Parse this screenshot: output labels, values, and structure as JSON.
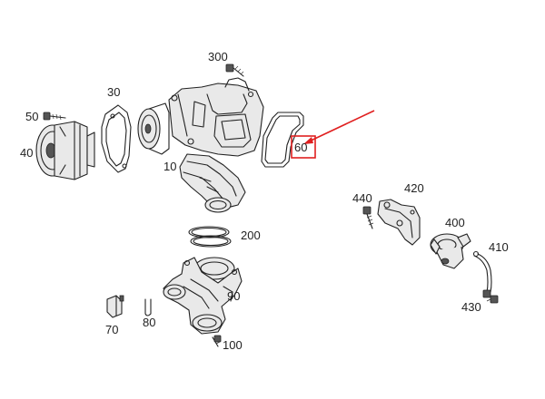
{
  "diagram": {
    "labels": {
      "p300": "300",
      "p30": "30",
      "p50": "50",
      "p40": "40",
      "p10": "10",
      "p60": "60",
      "p200": "200",
      "p90": "90",
      "p70": "70",
      "p80": "80",
      "p100": "100",
      "p440": "440",
      "p420": "420",
      "p400": "400",
      "p410": "410",
      "p430": "430"
    },
    "highlight_color": "#e02020",
    "highlighted_part": "60"
  }
}
